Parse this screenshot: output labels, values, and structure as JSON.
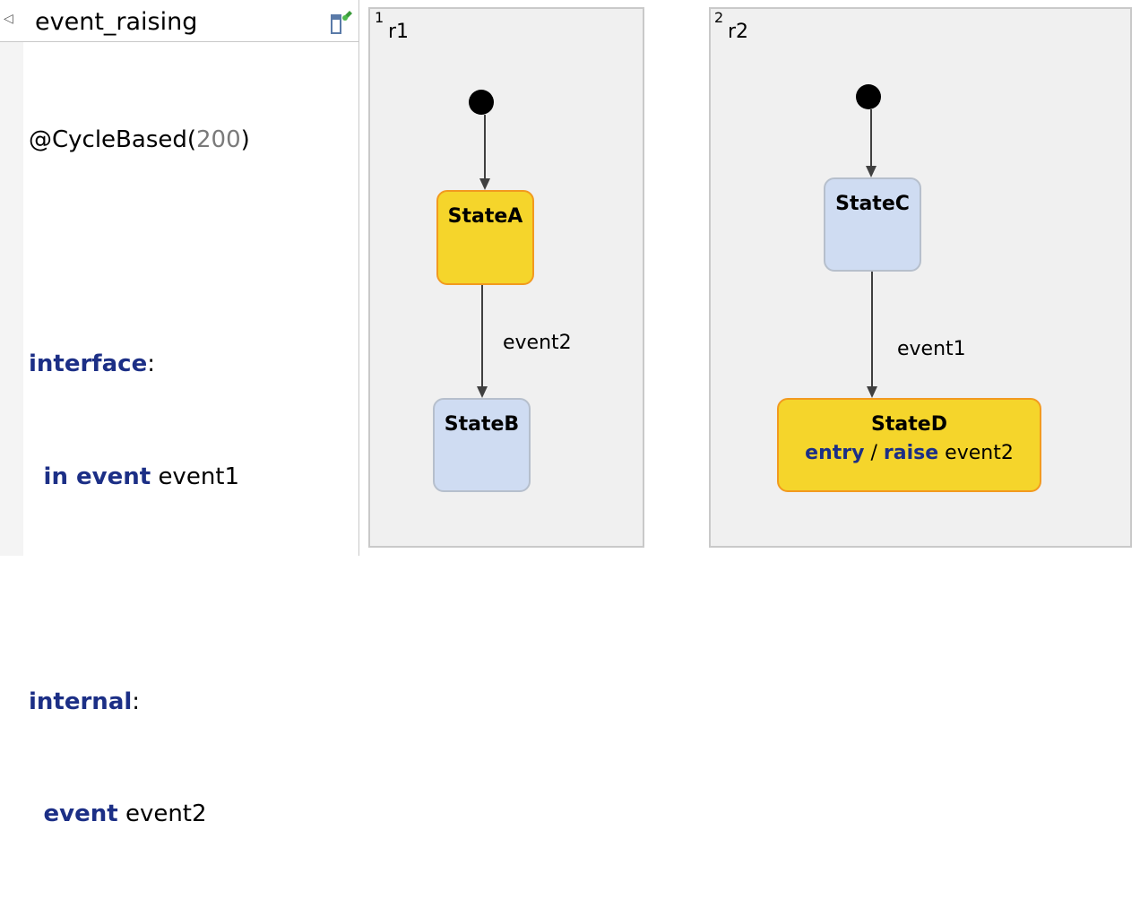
{
  "panel": {
    "title": "event_raising",
    "collapse_icon": "collapse-left-icon",
    "pin_icon": "pin-icon",
    "code": {
      "annotation": "@CycleBased(",
      "period": "200",
      "annotation_close": ")",
      "interface_kw": "interface",
      "colon": ":",
      "in_event_kw": "in event",
      "in_event_name": "event1",
      "internal_kw": "internal",
      "event_kw": "event",
      "event_name": "event2"
    }
  },
  "regions": [
    {
      "number": "1",
      "name": "r1",
      "states": [
        {
          "name": "StateA",
          "active": true
        },
        {
          "name": "StateB",
          "active": false
        }
      ],
      "transition_label": "event2"
    },
    {
      "number": "2",
      "name": "r2",
      "states": [
        {
          "name": "StateC",
          "active": false
        },
        {
          "name": "StateD",
          "active": true,
          "entry_kw": "entry",
          "slash": "/",
          "raise_kw": "raise",
          "raised_event": "event2"
        }
      ],
      "transition_label": "event1"
    }
  ],
  "colors": {
    "keyword": "#1c2f86",
    "active_fill": "#f5d52b",
    "active_border": "#f29a1f",
    "idle_fill": "#cfdcf2",
    "region_bg": "#f0f0f0"
  }
}
